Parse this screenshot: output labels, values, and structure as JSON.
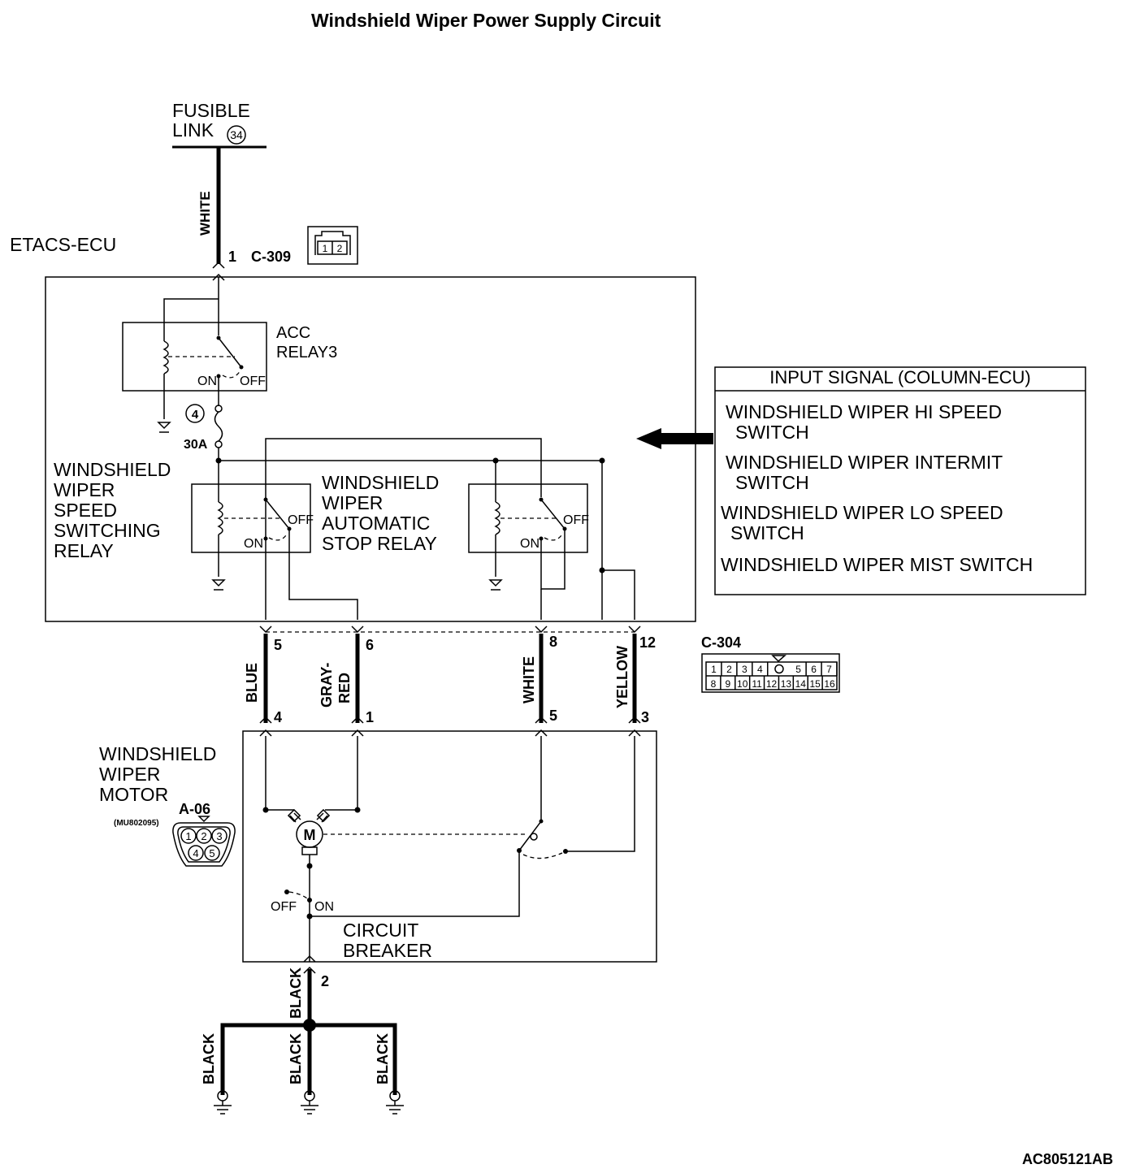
{
  "title": "Windshield Wiper Power Supply Circuit",
  "figure_id": "AC805121AB",
  "fusible_link": {
    "label_line1": "FUSIBLE",
    "label_line2": "LINK",
    "number": "34"
  },
  "ecu": {
    "name": "ETACS-ECU",
    "connector_top": {
      "pin": "1",
      "name": "C-309",
      "pins": [
        "1",
        "2"
      ]
    },
    "acc_relay": {
      "line1": "ACC",
      "line2": "RELAY3",
      "on": "ON",
      "off": "OFF"
    },
    "fuse": {
      "number": "4",
      "rating": "30A"
    },
    "speed_relay": {
      "line1": "WINDSHIELD",
      "line2": "WIPER",
      "line3": "SPEED",
      "line4": "SWITCHING",
      "line5": "RELAY",
      "on": "ON",
      "off": "OFF"
    },
    "stop_relay": {
      "line1": "WINDSHIELD",
      "line2": "WIPER",
      "line3": "AUTOMATIC",
      "line4": "STOP RELAY",
      "on": "ON",
      "off": "OFF"
    },
    "connector_bottom": {
      "name": "C-304",
      "pins": [
        "5",
        "6",
        "8",
        "12"
      ],
      "row1": [
        "1",
        "2",
        "3",
        "4",
        "5",
        "6",
        "7"
      ],
      "row2": [
        "8",
        "9",
        "10",
        "11",
        "12",
        "13",
        "14",
        "15",
        "16"
      ]
    }
  },
  "input_signal": {
    "title": "INPUT SIGNAL (COLUMN-ECU)",
    "items": [
      {
        "line1": "WINDSHIELD WIPER HI SPEED",
        "line2": "SWITCH"
      },
      {
        "line1": "WINDSHIELD WIPER INTERMIT",
        "line2": "SWITCH"
      },
      {
        "line1": "WINDSHIELD WIPER LO SPEED",
        "line2": "SWITCH"
      },
      {
        "line1": "WINDSHIELD WIPER MIST SWITCH",
        "line2": ""
      }
    ]
  },
  "wires": {
    "white_top": "WHITE",
    "blue": "BLUE",
    "gray_red_1": "GRAY-",
    "gray_red_2": "RED",
    "white_mid": "WHITE",
    "yellow": "YELLOW",
    "black_main": "BLACK",
    "black_left": "BLACK",
    "black_mid": "BLACK",
    "black_right": "BLACK"
  },
  "motor": {
    "line1": "WINDSHIELD",
    "line2": "WIPER",
    "line3": "MOTOR",
    "connector": "A-06",
    "part_no": "(MU802095)",
    "pins_top": [
      "4",
      "1",
      "5",
      "3"
    ],
    "pin_bottom": "2",
    "connector_pins": [
      "1",
      "2",
      "3",
      "4",
      "5"
    ],
    "breaker_line1": "CIRCUIT",
    "breaker_line2": "BREAKER",
    "motor_symbol": "M",
    "off": "OFF",
    "on": "ON"
  }
}
